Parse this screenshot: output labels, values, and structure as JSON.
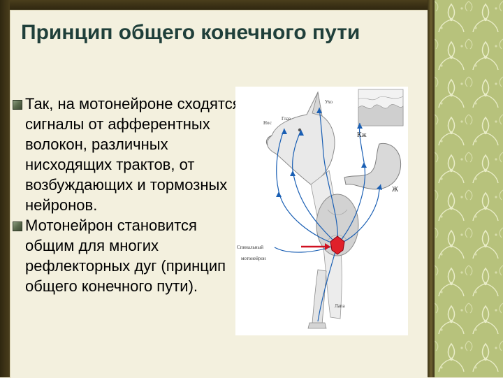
{
  "slide": {
    "title": "Принцип общего конечного пути",
    "bullets": [
      {
        "text": "Так, на мотонейроне сходятся сигналы от афферентных волокон, различных нисходящих трактов,  от возбуждающих и тормозных нейронов."
      },
      {
        "text": "Мотонейрон становится общим для многих рефлекторных дуг (принцип общего конечного пути)."
      }
    ]
  },
  "figure": {
    "labels": {
      "ear": "Ухо",
      "eye": "Глаз",
      "nose": "Нос",
      "skin": "Кж",
      "stomach": "Ж",
      "spinal_motoneuron_line1": "Спинальный",
      "spinal_motoneuron_line2": "мотонейрон",
      "paw": "Лапа"
    },
    "colors": {
      "pathway": "#1a5fb4",
      "neuron": "#e0202a",
      "indicator_arrow": "#d01020"
    }
  }
}
